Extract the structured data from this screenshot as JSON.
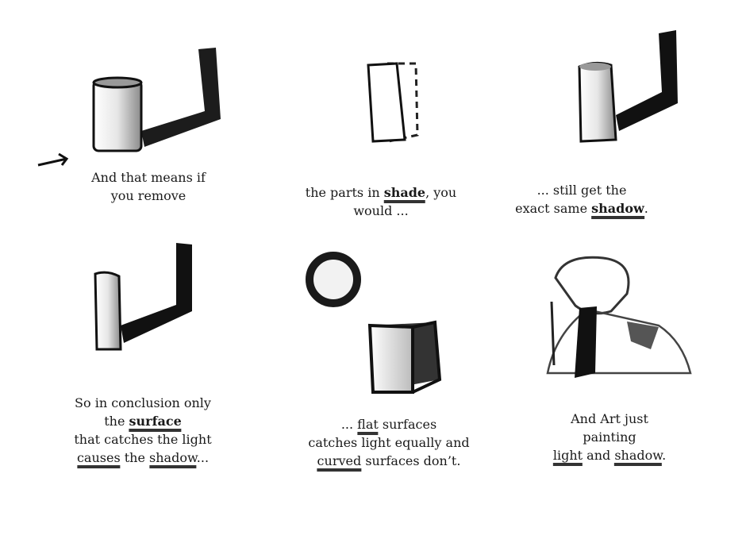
{
  "panels": [
    {
      "caption": [
        [
          {
            "t": "And that means if"
          }
        ],
        [
          {
            "t": "you remove"
          }
        ]
      ]
    },
    {
      "caption": [
        [
          {
            "t": "the parts in "
          },
          {
            "t": "shade",
            "b": true,
            "u": true
          },
          {
            "t": ", you"
          }
        ],
        [
          {
            "t": "would ..."
          }
        ]
      ]
    },
    {
      "caption": [
        [
          {
            "t": "... still get the"
          }
        ],
        [
          {
            "t": "exact same "
          },
          {
            "t": "shadow",
            "b": true,
            "u": true
          },
          {
            "t": "."
          }
        ]
      ]
    },
    {
      "caption": [
        [
          {
            "t": "So in conclusion only"
          }
        ],
        [
          {
            "t": "the "
          },
          {
            "t": "surface",
            "b": true,
            "u": true
          }
        ],
        [
          {
            "t": "that catches the light"
          }
        ],
        [
          {
            "t": "causes",
            "u": true
          },
          {
            "t": " the "
          },
          {
            "t": "shadow",
            "u": true
          },
          {
            "t": "..."
          }
        ]
      ]
    },
    {
      "caption": [
        [
          {
            "t": "... "
          },
          {
            "t": "flat",
            "u": true
          },
          {
            "t": " surfaces"
          }
        ],
        [
          {
            "t": "catches light equally and"
          }
        ],
        [
          {
            "t": "curved",
            "u": true
          },
          {
            "t": " surfaces don’t."
          }
        ]
      ]
    },
    {
      "caption": [
        [
          {
            "t": "And Art just"
          }
        ],
        [
          {
            "t": "painting"
          }
        ],
        [
          {
            "t": "light",
            "u": true
          },
          {
            "t": " and "
          },
          {
            "t": "shadow",
            "u": true
          },
          {
            "t": "."
          }
        ]
      ]
    }
  ]
}
